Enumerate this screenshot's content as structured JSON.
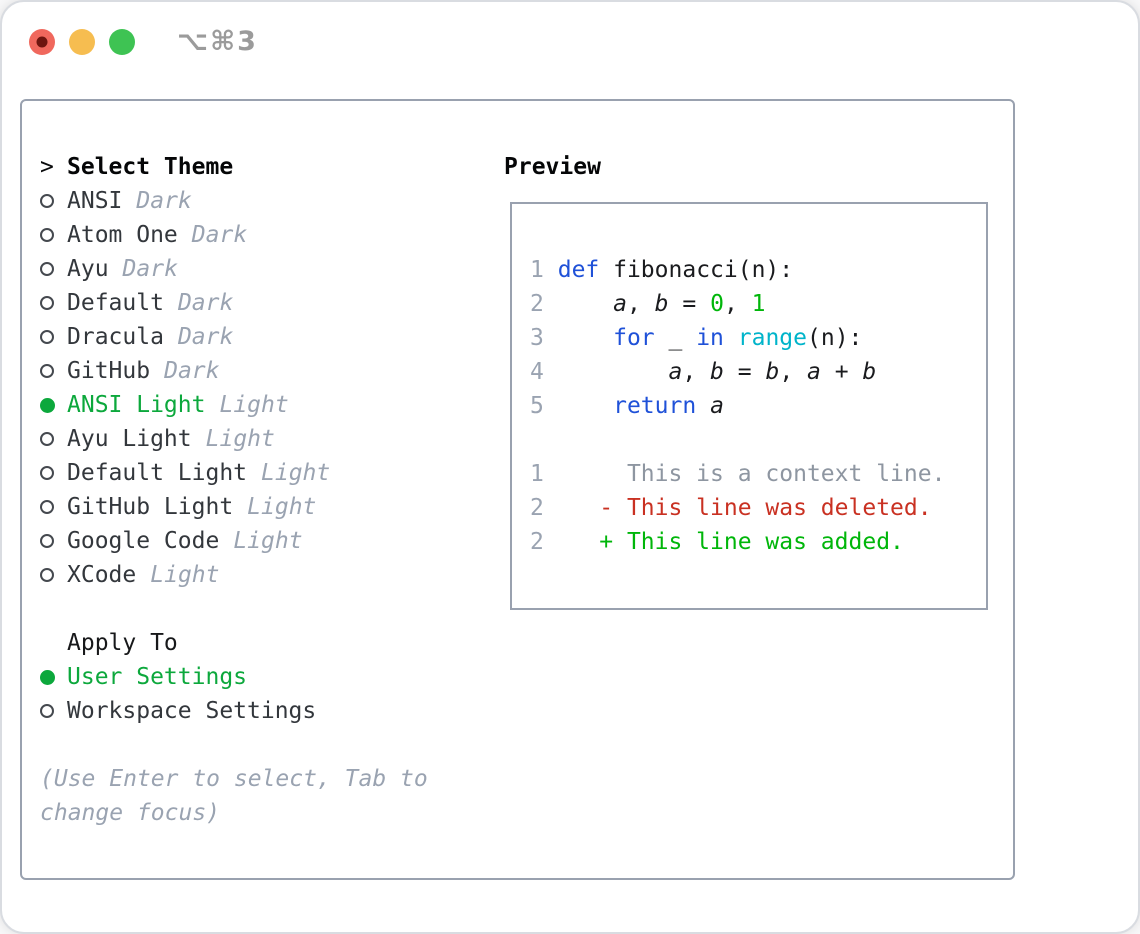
{
  "titlebar": {
    "shortcut": "⌥⌘3"
  },
  "colors": {
    "selection_green": "#0ca83c",
    "diff_added_green": "#00b60a",
    "diff_removed_red": "#c93122",
    "keyword_blue": "#1f51d8",
    "function_cyan": "#00b4ca",
    "number_green": "#00b60a",
    "muted_gray": "#9aa3b1",
    "border_gray": "#99a1af",
    "traffic_red": "#f0685d",
    "traffic_yellow": "#f6bd50",
    "traffic_green": "#3ec353"
  },
  "theme_panel": {
    "title": {
      "marker": ">",
      "label": "Select Theme"
    },
    "items": [
      {
        "label": "ANSI",
        "suffix": "Dark",
        "selected": false
      },
      {
        "label": "Atom One",
        "suffix": "Dark",
        "selected": false
      },
      {
        "label": "Ayu",
        "suffix": "Dark",
        "selected": false
      },
      {
        "label": "Default",
        "suffix": "Dark",
        "selected": false
      },
      {
        "label": "Dracula",
        "suffix": "Dark",
        "selected": false
      },
      {
        "label": "GitHub",
        "suffix": "Dark",
        "selected": false
      },
      {
        "label": "ANSI Light",
        "suffix": "Light",
        "selected": true
      },
      {
        "label": "Ayu Light",
        "suffix": "Light",
        "selected": false
      },
      {
        "label": "Default Light",
        "suffix": "Light",
        "selected": false
      },
      {
        "label": "GitHub Light",
        "suffix": "Light",
        "selected": false
      },
      {
        "label": "Google Code",
        "suffix": "Light",
        "selected": false
      },
      {
        "label": "XCode",
        "suffix": "Light",
        "selected": false
      }
    ],
    "apply_to": {
      "label": "Apply To",
      "options": [
        {
          "label": "User Settings",
          "selected": true
        },
        {
          "label": "Workspace Settings",
          "selected": false
        }
      ]
    },
    "hint_lines": [
      "(Use Enter to select, Tab to",
      "change focus)"
    ]
  },
  "preview": {
    "title": "Preview",
    "lines": [
      {
        "num": "1",
        "tokens": [
          {
            "t": " ",
            "c": "fg"
          },
          {
            "t": "def",
            "c": "kw"
          },
          {
            "t": " fibonacci(n):",
            "c": "fg"
          }
        ]
      },
      {
        "num": "2",
        "tokens": [
          {
            "t": "     ",
            "c": "fg"
          },
          {
            "t": "a",
            "c": "var"
          },
          {
            "t": ", ",
            "c": "fg"
          },
          {
            "t": "b",
            "c": "var"
          },
          {
            "t": " = ",
            "c": "fg"
          },
          {
            "t": "0",
            "c": "num"
          },
          {
            "t": ", ",
            "c": "fg"
          },
          {
            "t": "1",
            "c": "num"
          }
        ]
      },
      {
        "num": "3",
        "tokens": [
          {
            "t": "     ",
            "c": "fg"
          },
          {
            "t": "for",
            "c": "kw"
          },
          {
            "t": " _ ",
            "c": "fg"
          },
          {
            "t": "in",
            "c": "kw"
          },
          {
            "t": " ",
            "c": "fg"
          },
          {
            "t": "range",
            "c": "fn"
          },
          {
            "t": "(n):",
            "c": "fg"
          }
        ]
      },
      {
        "num": "4",
        "tokens": [
          {
            "t": "         ",
            "c": "fg"
          },
          {
            "t": "a",
            "c": "var"
          },
          {
            "t": ", ",
            "c": "fg"
          },
          {
            "t": "b",
            "c": "var"
          },
          {
            "t": " = ",
            "c": "fg"
          },
          {
            "t": "b",
            "c": "var"
          },
          {
            "t": ", ",
            "c": "fg"
          },
          {
            "t": "a",
            "c": "var"
          },
          {
            "t": " + ",
            "c": "fg"
          },
          {
            "t": "b",
            "c": "var"
          }
        ]
      },
      {
        "num": "5",
        "tokens": [
          {
            "t": "     ",
            "c": "fg"
          },
          {
            "t": "return",
            "c": "kw"
          },
          {
            "t": " ",
            "c": "fg"
          },
          {
            "t": "a",
            "c": "var"
          }
        ]
      },
      {
        "num": "",
        "tokens": []
      },
      {
        "num": "1",
        "tokens": [
          {
            "t": "      This is a context line.",
            "c": "gray"
          }
        ]
      },
      {
        "num": "2",
        "tokens": [
          {
            "t": "    - This line was deleted.",
            "c": "red"
          }
        ]
      },
      {
        "num": "2",
        "tokens": [
          {
            "t": "    + This line was added.",
            "c": "grn"
          }
        ]
      }
    ]
  }
}
